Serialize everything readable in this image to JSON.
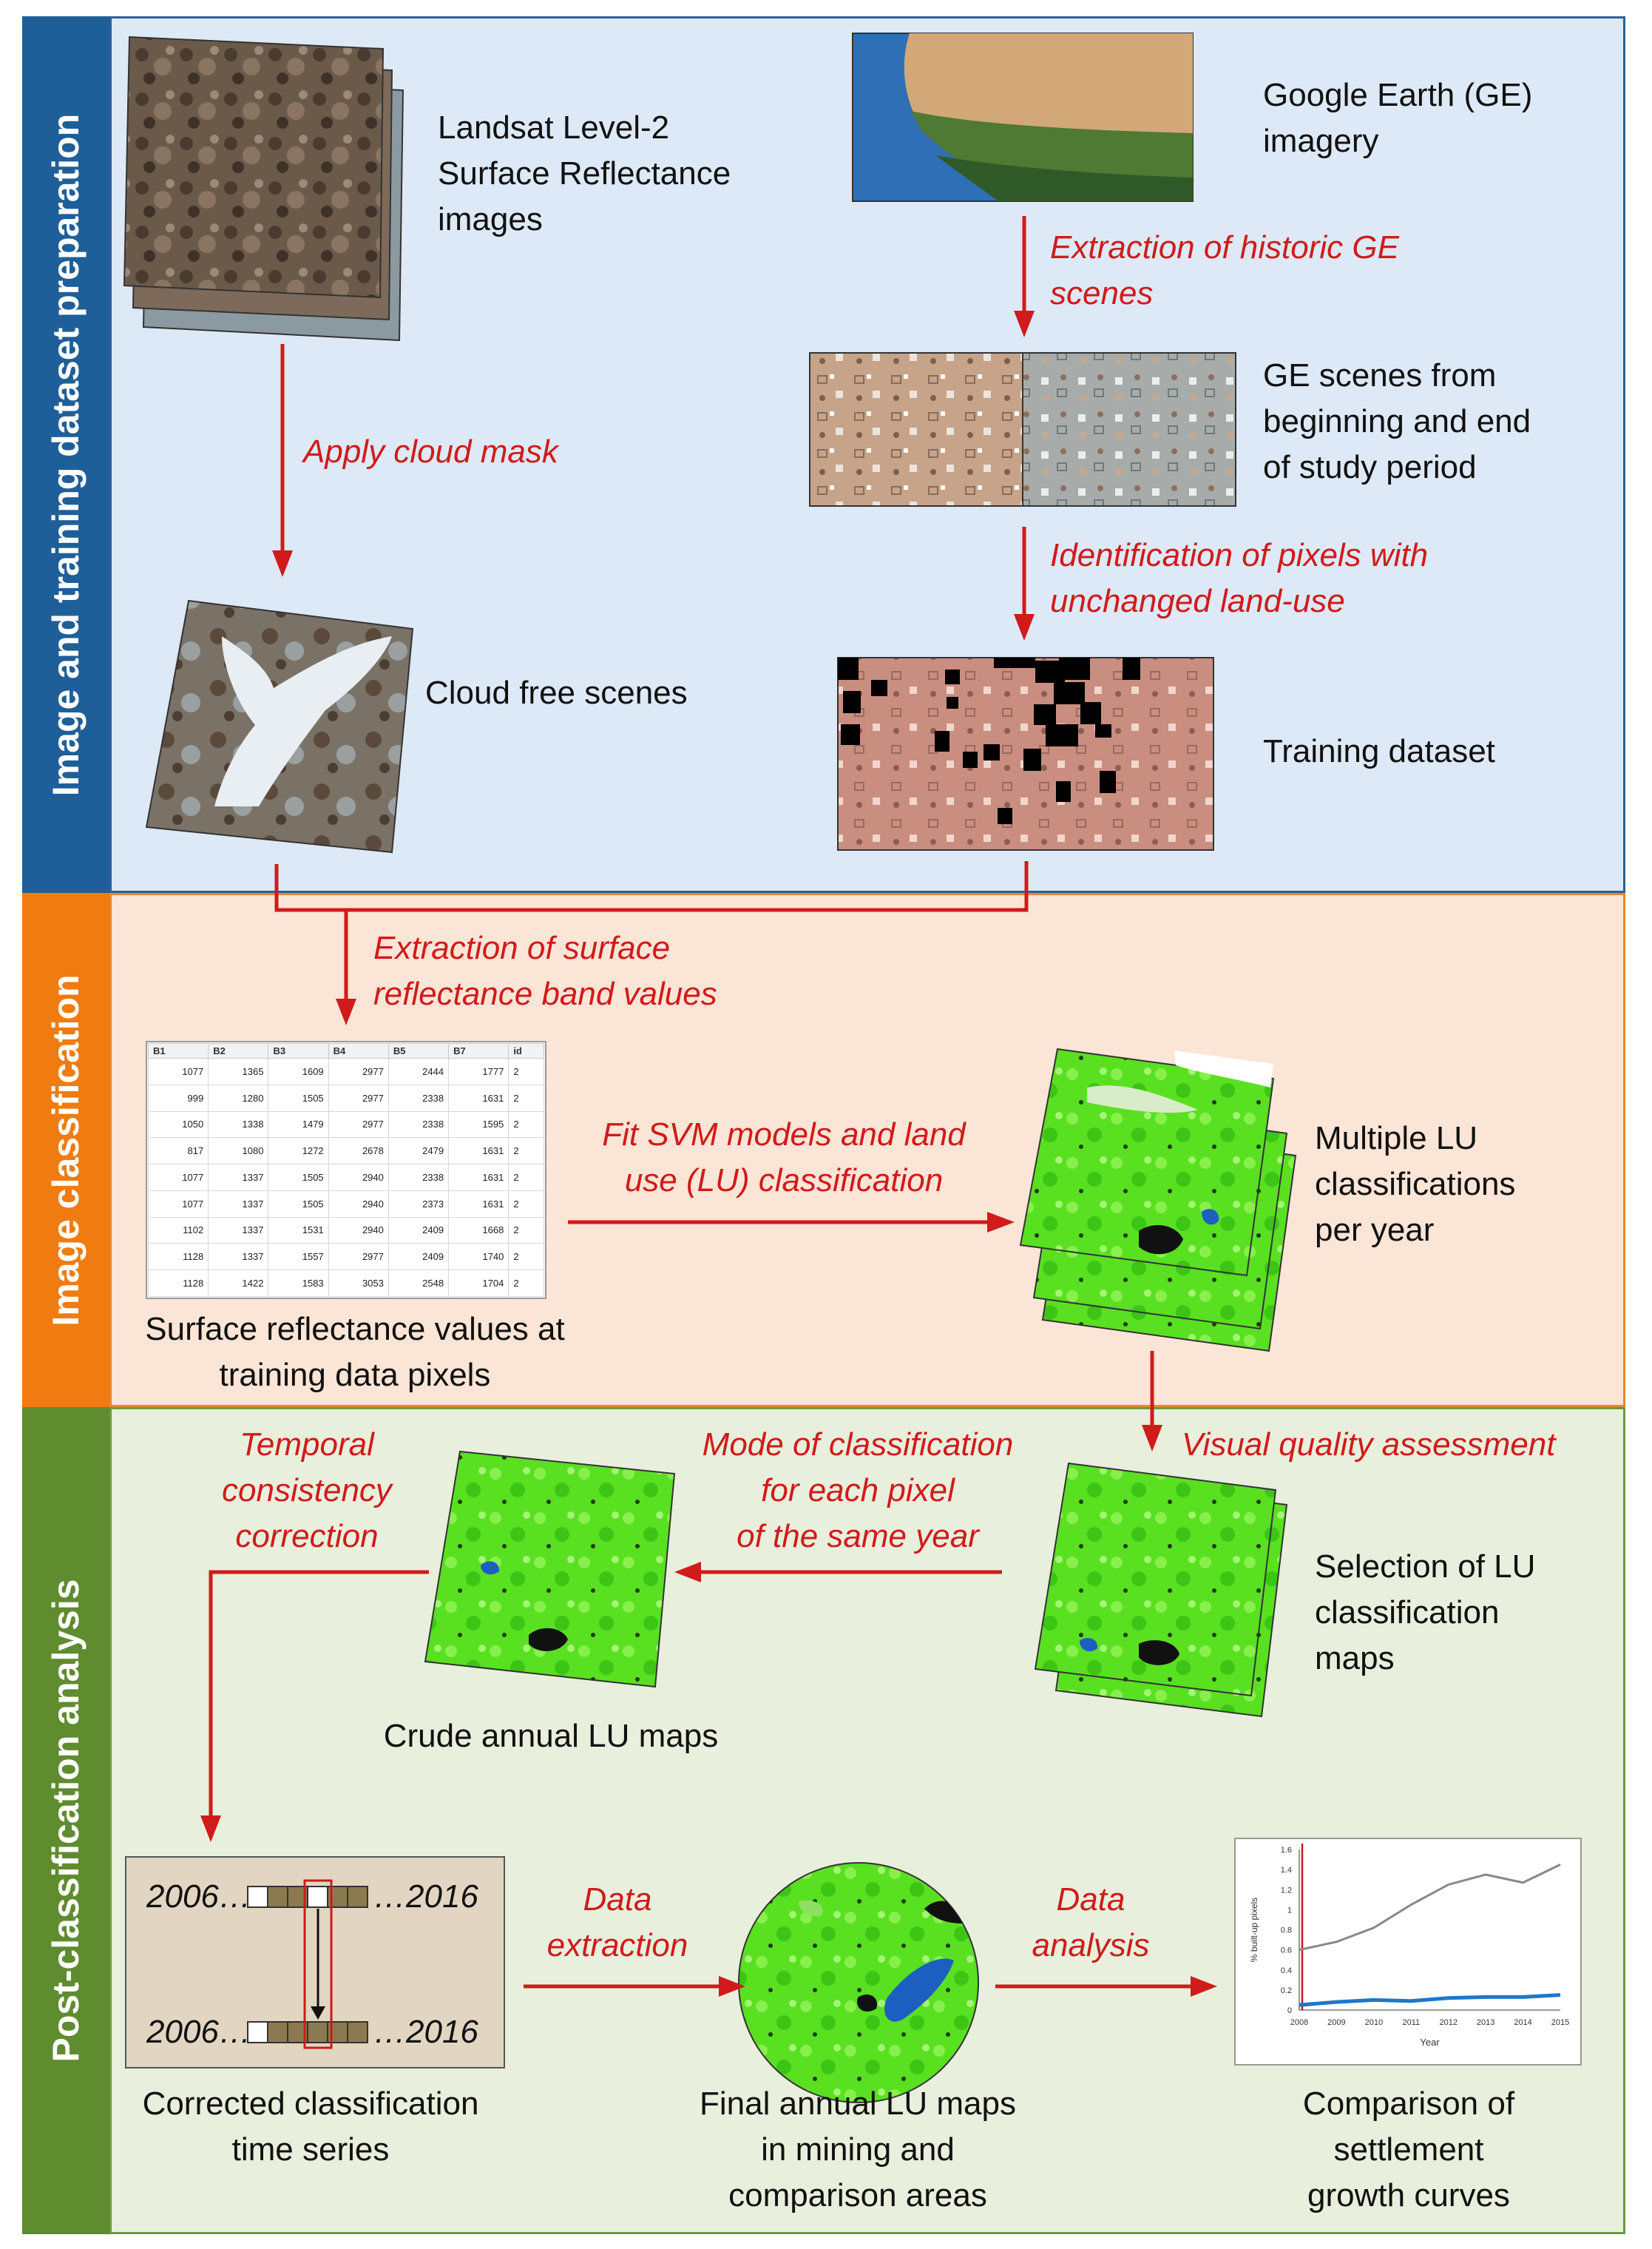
{
  "sections": [
    {
      "id": "prep",
      "title": "Image and training dataset preparation",
      "color": "#1f5f99",
      "bg": "#dde9f6",
      "border": "#2e5f9a"
    },
    {
      "id": "classif",
      "title": "Image classification",
      "color": "#f07b10",
      "bg": "#fbe5d6",
      "border": "#e8862c"
    },
    {
      "id": "post",
      "title": "Post-classification analysis",
      "color": "#5f8c2e",
      "bg": "#e8efdc",
      "border": "#6e9a3d"
    }
  ],
  "labels": {
    "landsat": "Landsat Level-2\nSurface Reflectance\nimages",
    "ge_imagery": "Google Earth (GE)\nimagery",
    "ge_scenes": "GE scenes from\nbeginning and end\nof study period",
    "cloud_free": "Cloud free scenes",
    "training": "Training dataset",
    "sr_values": "Surface reflectance values at\ntraining data pixels",
    "multi_lu": "Multiple LU\nclassifications\nper year",
    "selection": "Selection of LU\nclassification\nmaps",
    "crude": "Crude annual LU maps",
    "corrected": "Corrected classification\ntime series",
    "final": "Final annual LU maps\nin mining and\ncomparison areas",
    "comparison": "Comparison of\nsettlement\ngrowth curves"
  },
  "steps": {
    "historic_ge": "Extraction of historic GE\nscenes",
    "cloud_mask": "Apply cloud mask",
    "identification": "Identification of pixels with\nunchanged land-use",
    "extraction_sr": "Extraction of surface\nreflectance band values",
    "fit_svm": "Fit SVM models and land\nuse (LU) classification",
    "visual_qa": "Visual quality assessment",
    "mode": "Mode of classification\nfor each pixel\nof the same year",
    "temporal": "Temporal\nconsistency\ncorrection",
    "data_extraction": "Data\nextraction",
    "data_analysis": "Data\nanalysis"
  },
  "table": {
    "headers": [
      "B1",
      "B2",
      "B3",
      "B4",
      "B5",
      "B7",
      "id"
    ],
    "rows": [
      [
        "1077",
        "1365",
        "1609",
        "2977",
        "2444",
        "1777",
        "2"
      ],
      [
        "999",
        "1280",
        "1505",
        "2977",
        "2338",
        "1631",
        "2"
      ],
      [
        "1050",
        "1338",
        "1479",
        "2977",
        "2338",
        "1595",
        "2"
      ],
      [
        "817",
        "1080",
        "1272",
        "2678",
        "2479",
        "1631",
        "2"
      ],
      [
        "1077",
        "1337",
        "1505",
        "2940",
        "2338",
        "1631",
        "2"
      ],
      [
        "1077",
        "1337",
        "1505",
        "2940",
        "2373",
        "1631",
        "2"
      ],
      [
        "1102",
        "1337",
        "1531",
        "2940",
        "2409",
        "1668",
        "2"
      ],
      [
        "1128",
        "1337",
        "1557",
        "2977",
        "2409",
        "1740",
        "2"
      ],
      [
        "1128",
        "1422",
        "1583",
        "3053",
        "2548",
        "1704",
        "2"
      ]
    ]
  },
  "timeseries": {
    "start": "2006…",
    "end": "…2016"
  },
  "chart_data": {
    "type": "line",
    "xlabel": "Year",
    "ylabel": "% built-up pixels",
    "x": [
      "2008",
      "2009",
      "2010",
      "2011",
      "2012",
      "2013",
      "2014",
      "2015"
    ],
    "yticks": [
      "0",
      "0.2",
      "0.4",
      "0.6",
      "0.8",
      "1",
      "1.2",
      "1.4",
      "1.6"
    ],
    "ylim": [
      0,
      1.6
    ],
    "marker_year": "2008",
    "series": [
      {
        "color": "#888888",
        "values": [
          0.6,
          0.68,
          0.82,
          1.05,
          1.25,
          1.35,
          1.27,
          1.45
        ]
      },
      {
        "color": "#1f77c8",
        "values": [
          0.05,
          0.08,
          0.1,
          0.09,
          0.12,
          0.13,
          0.13,
          0.15
        ]
      }
    ]
  }
}
